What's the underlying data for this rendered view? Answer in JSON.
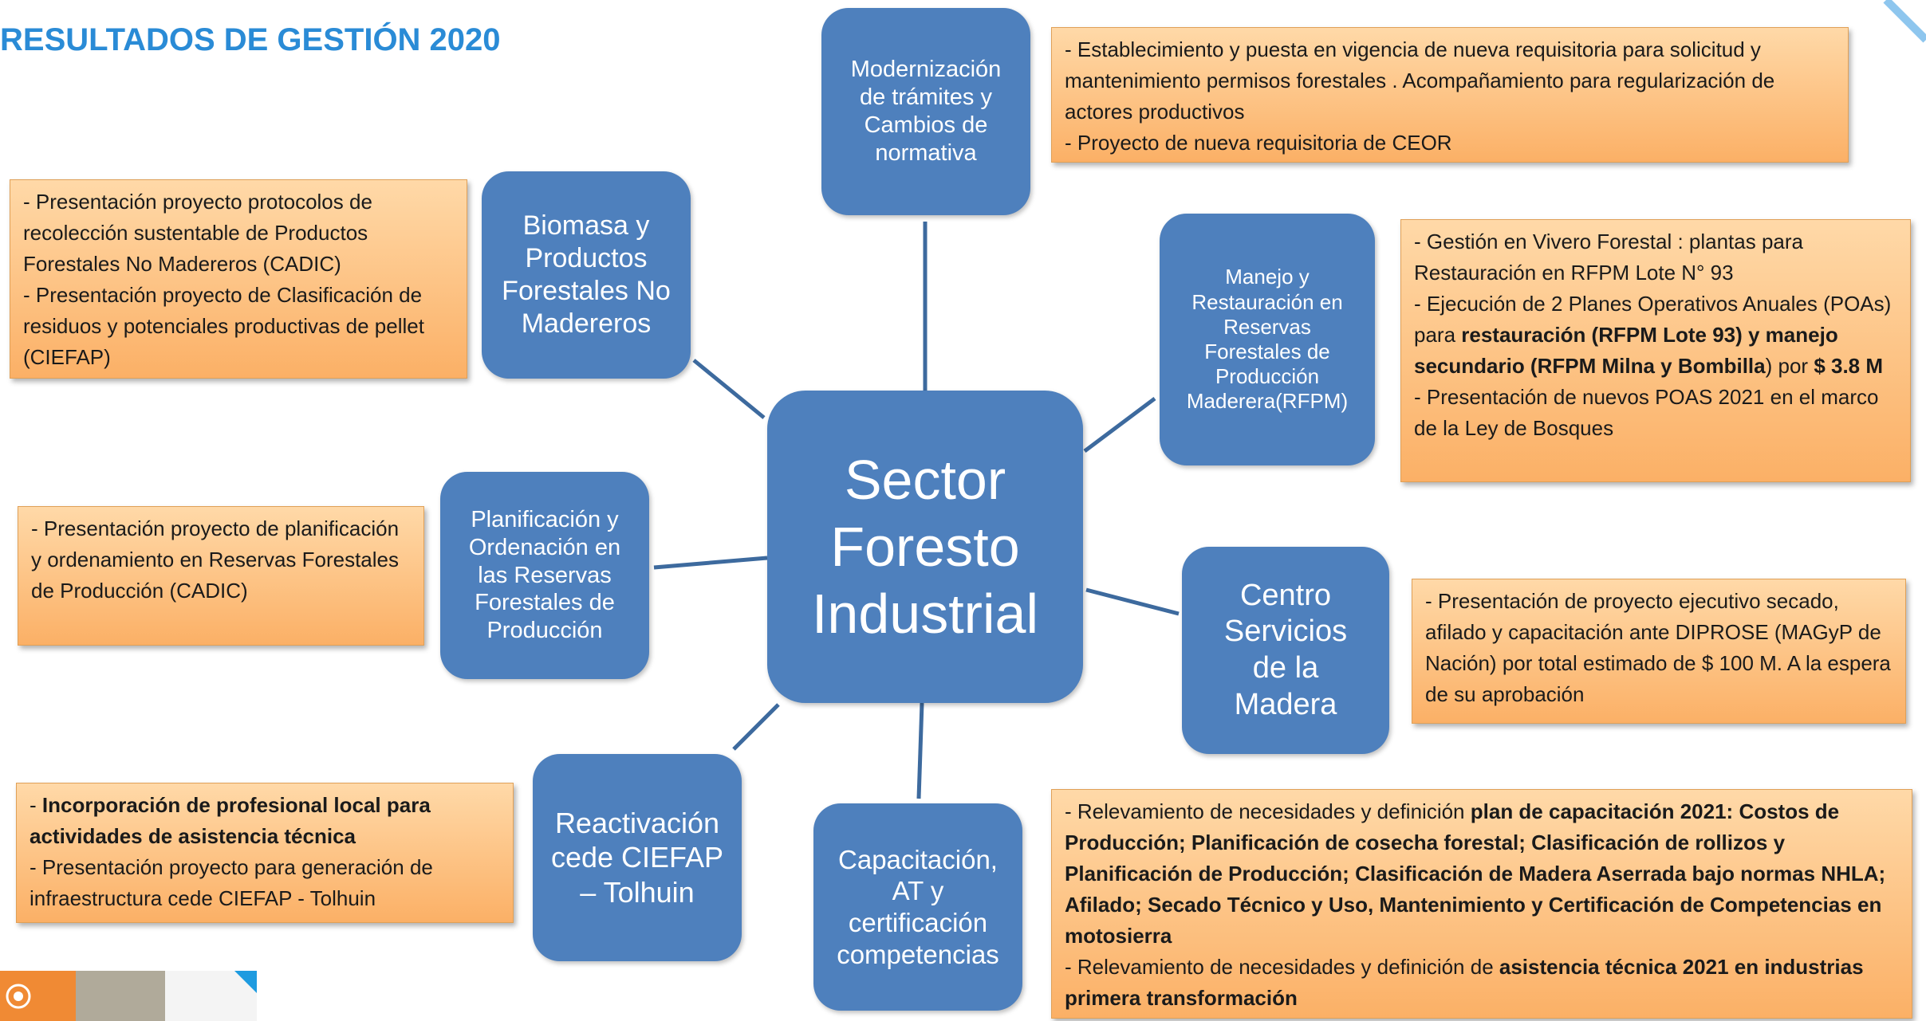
{
  "header": {
    "title": "RESULTADOS DE GESTIÓN 2020"
  },
  "center": {
    "label": "Sector\nForesto\nIndustrial"
  },
  "nodes": {
    "modernizacion": "Modernización\nde trámites y\nCambios de\nnormativa",
    "biomasa": "Biomasa y\nProductos\nForestales No\nMadereros",
    "manejo": "Manejo y\nRestauración en\nReservas\nForestales de\nProducción\nMaderera(RFPM)",
    "planificacion": "Planificación y\nOrdenación  en\nlas Reservas\nForestales de\nProducción",
    "centro": "Centro\nServicios\nde la\nMadera",
    "reactivacion": "Reactivación\ncede CIEFAP\n– Tolhuin",
    "capacitacion": "Capacitación,\nAT y\ncertificación\ncompetencias"
  },
  "boxes": {
    "modernizacion": {
      "l1": "- Establecimiento y puesta en vigencia de nueva requisitoria para solicitud y mantenimiento permisos forestales . Acompañamiento para regularización de actores productivos",
      "l2": "- Proyecto de nueva requisitoria de CEOR"
    },
    "biomasa": {
      "l1": "- Presentación proyecto  protocolos de recolección sustentable de Productos Forestales No Madereros (CADIC)",
      "l2": "- Presentación proyecto de Clasificación de residuos y potenciales productivas de pellet (CIEFAP)"
    },
    "manejo": {
      "l1": "- Gestión en Vivero Forestal : plantas para Restauración en RFPM Lote N° 93",
      "l2a": "-  Ejecución de 2 Planes Operativos Anuales (POAs)  para ",
      "l2b": "restauración (RFPM Lote 93) y manejo secundario (RFPM Milna y Bombilla",
      "l2c": ") por ",
      "l2d": "$ 3.8 M",
      "l3": "- Presentación de nuevos POAS 2021 en el marco de la Ley de Bosques"
    },
    "planificacion": {
      "l1": "- Presentación proyecto de planificación y ordenamiento en Reservas Forestales de Producción (CADIC)"
    },
    "centro": {
      "l1": "- Presentación de proyecto ejecutivo secado, afilado y capacitación ante DIPROSE  (MAGyP de Nación) por total estimado de $ 100 M. A la espera de su aprobación"
    },
    "reactivacion": {
      "l1a": "- ",
      "l1b": "Incorporación de profesional local para actividades de asistencia técnica",
      "l2": "- Presentación proyecto para generación de infraestructura cede CIEFAP - Tolhuin"
    },
    "capacitacion": {
      "l1a": "- Relevamiento de necesidades  y definición ",
      "l1b": "plan de capacitación 2021:  Costos de Producción; Planificación de cosecha forestal; Clasificación de rollizos y Planificación de Producción; Clasificación de Madera Aserrada bajo normas NHLA; Afilado; Secado Técnico y Uso, Mantenimiento y Certificación de Competencias en motosierra",
      "l2a": "- Relevamiento de necesidades y definición de ",
      "l2b": "asistencia técnica 2021 en industrias primera transformación"
    }
  },
  "colors": {
    "node": "#4e80bd",
    "title": "#2a8bd6",
    "box_top": "#ffd9a8",
    "box_bottom": "#fbb066",
    "connector": "#3d6a9e"
  },
  "icons": [
    "province-seal-icon"
  ]
}
